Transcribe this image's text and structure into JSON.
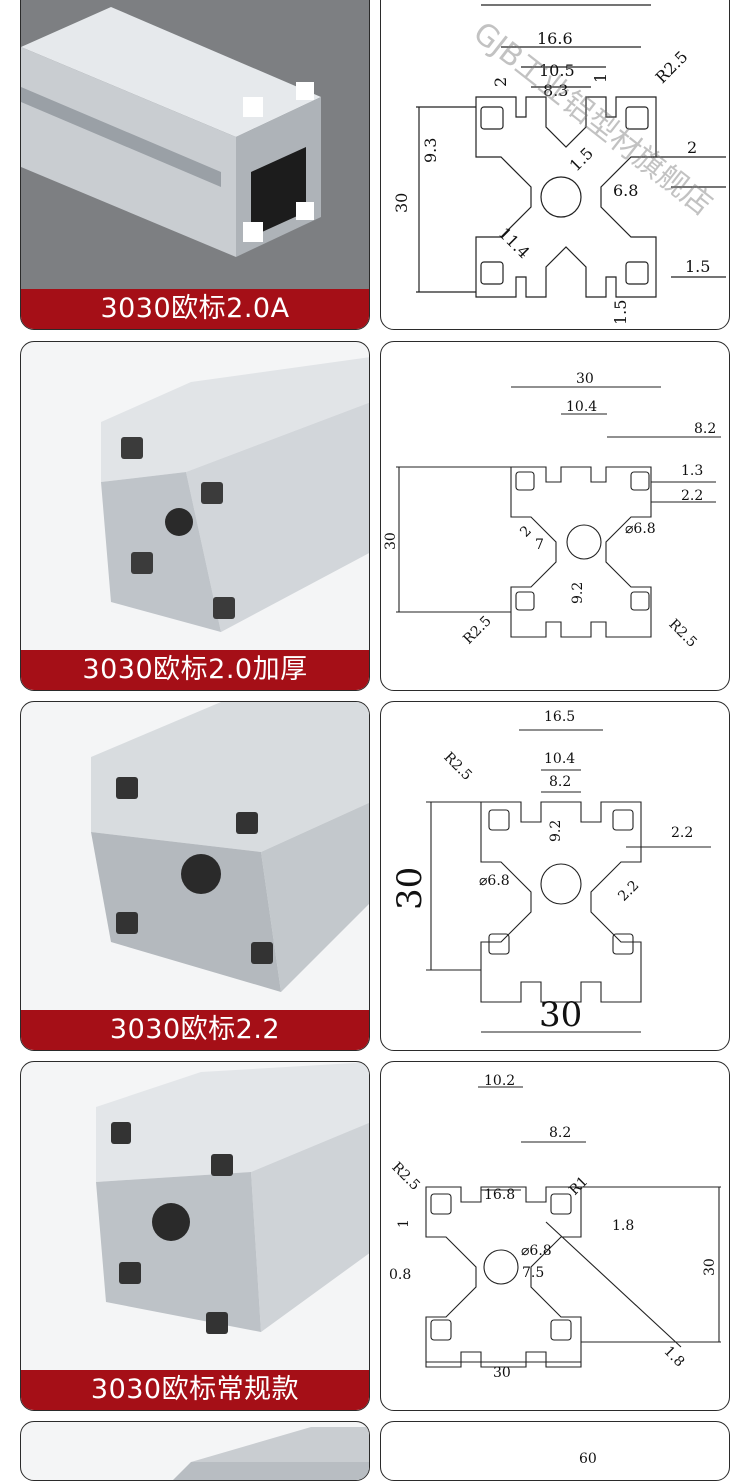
{
  "products": [
    {
      "caption": "3030欧标2.0A"
    },
    {
      "caption": "3030欧标2.0加厚"
    },
    {
      "caption": "3030欧标2.2"
    },
    {
      "caption": "3030欧标常规款"
    }
  ],
  "drawing1": {
    "d1": "16.6",
    "d2": "10.5",
    "d3": "8.3",
    "d4": "2",
    "d5": "1",
    "d6": "R2.5",
    "d7": "9.3",
    "d8": "1.5",
    "d9": "2",
    "d10": "6.8",
    "d11": "30",
    "d12": "11.4",
    "d13": "1.5",
    "d14": "1.5",
    "watermark": "GJB工业铝型材旗舰店"
  },
  "drawing2": {
    "d1": "30",
    "d2": "10.4",
    "d3": "8.2",
    "d4": "1.3",
    "d5": "2.2",
    "d6": "30",
    "d7": "2",
    "d8": "⌀6.8",
    "d9": "7",
    "d10": "9.2",
    "d11": "R2.5",
    "d12": "R2.5"
  },
  "drawing3": {
    "d1": "16.5",
    "d2": "10.4",
    "d3": "8.2",
    "d4": "R2.5",
    "d5": "9.2",
    "d6": "2.2",
    "d7": "30",
    "d8": "⌀6.8",
    "d9": "2.2",
    "d10": "30"
  },
  "drawing4": {
    "d1": "10.2",
    "d2": "8.2",
    "d3": "R2.5",
    "d4": "16.8",
    "d5": "R1",
    "d6": "1",
    "d7": "1.8",
    "d8": "⌀6.8",
    "d9": "30",
    "d10": "0.8",
    "d11": "7.5",
    "d12": "1.8",
    "d13": "30"
  },
  "drawing5": {
    "d1": "60"
  }
}
